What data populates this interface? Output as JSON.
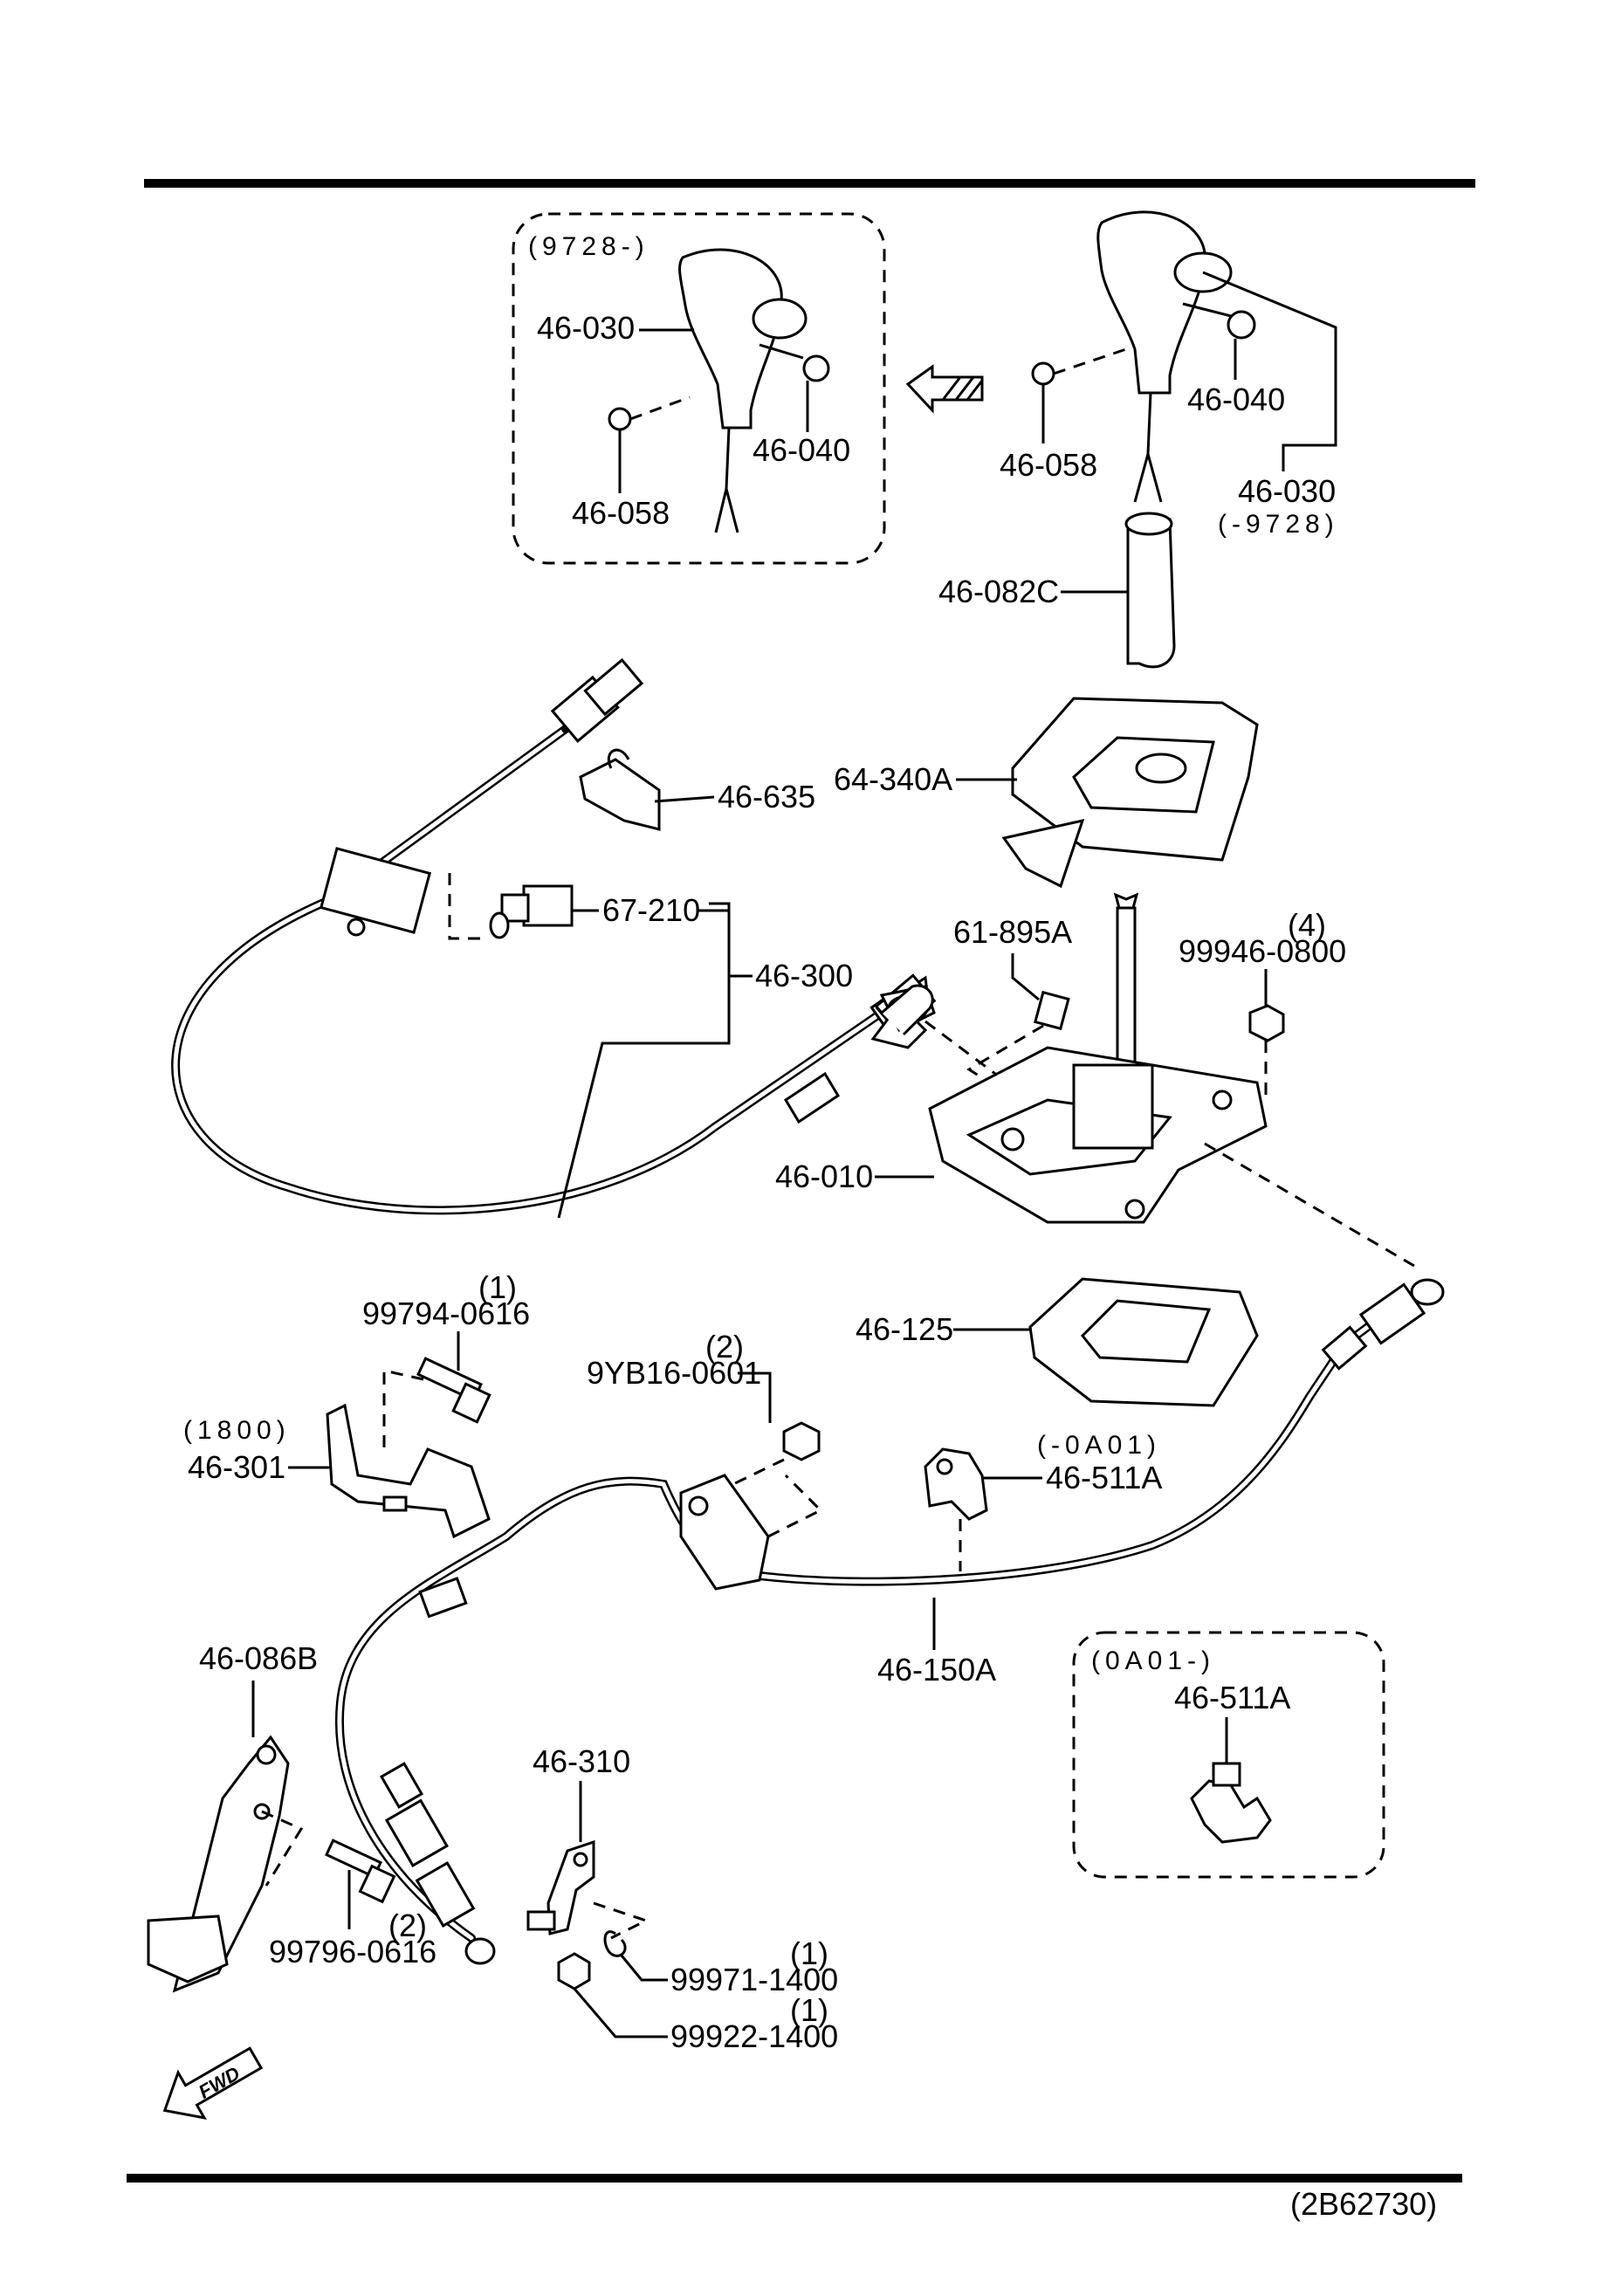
{
  "figure_code": "(2B62730)",
  "inset_top": {
    "range_label": "(9728-)",
    "labels": [
      "46-030",
      "46-040",
      "46-058"
    ]
  },
  "inset_bottom": {
    "range_label": "(0A01-)",
    "labels": [
      "46-511A"
    ]
  },
  "labels": {
    "knob_screw": "46-058",
    "knob_button": "46-040",
    "knob": "46-030",
    "knob_range": "(-9728)",
    "boot": "46-082C",
    "panel": "64-340A",
    "clip_635": "46-635",
    "part_67_210": "67-210",
    "cable_300": "46-300",
    "part_61_895a": "61-895A",
    "nut_99946": "99946-0800",
    "nut_99946_qty": "(4)",
    "shifter": "46-010",
    "part_46_125": "46-125",
    "bolt_99794": "99794-0616",
    "bolt_99794_qty": "(1)",
    "bracket_range": "(1800)",
    "bracket_301": "46-301",
    "nut_9yb16": "9YB16-0601",
    "nut_9yb16_qty": "(2)",
    "clip_511a_range": "(-0A01)",
    "clip_511a": "46-511A",
    "cable_150a": "46-150A",
    "bracket_086b": "46-086B",
    "bracket_310": "46-310",
    "bolt_99796": "99796-0616",
    "bolt_99796_qty": "(2)",
    "clip_99971": "99971-1400",
    "clip_99971_qty": "(1)",
    "nut_99922": "99922-1400",
    "nut_99922_qty": "(1)",
    "fwd": "FWD"
  }
}
